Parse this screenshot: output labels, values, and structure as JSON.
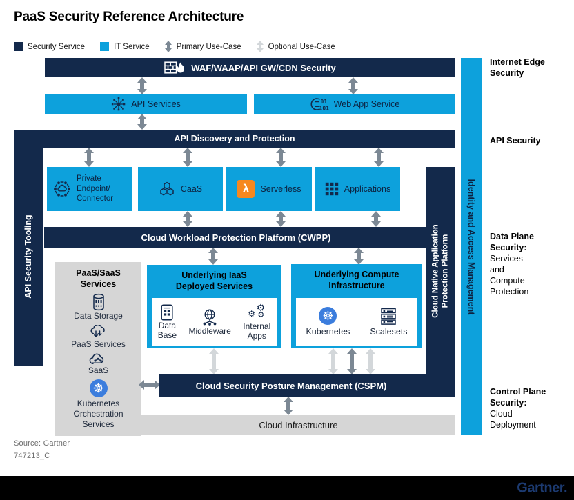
{
  "title": "PaaS Security Reference Architecture",
  "legend": {
    "security": "Security Service",
    "it": "IT Service",
    "primary": "Primary Use-Case",
    "optional": "Optional Use-Case"
  },
  "bars": {
    "waf": "WAF/WAAP/API GW/CDN Security",
    "api_services": "API Services",
    "web_app": "Web App Service",
    "api_discovery": "API Discovery and Protection",
    "tooling": "API Security Tooling",
    "cwpp": "Cloud Workload Protection Platform (CWPP)",
    "cnapp1": "Cloud Native Application",
    "cnapp2": "Protection Platform",
    "iam": "Identity and Access Management",
    "cspm": "Cloud Security Posture Management (CSPM)",
    "cloud_infra": "Cloud Infrastructure"
  },
  "boxes": {
    "endpoint": {
      "l1": "Private",
      "l2": "Endpoint/",
      "l3": "Connector"
    },
    "caas": "CaaS",
    "serverless": "Serverless",
    "applications": "Applications"
  },
  "paas": {
    "t1": "PaaS/SaaS",
    "t2": "Services",
    "storage": "Data Storage",
    "services": "PaaS Services",
    "saas": "SaaS",
    "k8s1": "Kubernetes",
    "k8s2": "Orchestration",
    "k8s3": "Services"
  },
  "iaas": {
    "t1": "Underlying IaaS",
    "t2": "Deployed Services",
    "db1": "Data",
    "db2": "Base",
    "mw": "Middleware",
    "ia1": "Internal",
    "ia2": "Apps"
  },
  "compute": {
    "t1": "Underlying Compute",
    "t2": "Infrastructure",
    "k8s": "Kubernetes",
    "scalesets": "Scalesets"
  },
  "side": {
    "internet1": "Internet Edge",
    "internet2": "Security",
    "api": "API Security",
    "dp1": "Data Plane",
    "dp2": "Security:",
    "dp3": "Services",
    "dp4": "and",
    "dp5": "Compute",
    "dp6": "Protection",
    "cp1": "Control Plane",
    "cp2": "Security:",
    "cp3": "Cloud",
    "cp4": "Deployment"
  },
  "icons": {
    "lambda": "λ",
    "k8s_wheel": "☸",
    "digits1": "01",
    "digits2": "101"
  },
  "footer": {
    "source": "Source: Gartner",
    "doc_id": "747213_C",
    "logo": "Gartner."
  },
  "colors": {
    "navy": "#13294b",
    "blue": "#0da1dc",
    "box_gray": "#d6d6d6",
    "arrow_primary": "#7c8894",
    "arrow_optional": "#d3d7da",
    "lambda_orange": "#f6881f",
    "kubernetes_blue": "#3b7ddd",
    "footer_bg": "#000000",
    "logo_blue": "#1c3a70"
  }
}
